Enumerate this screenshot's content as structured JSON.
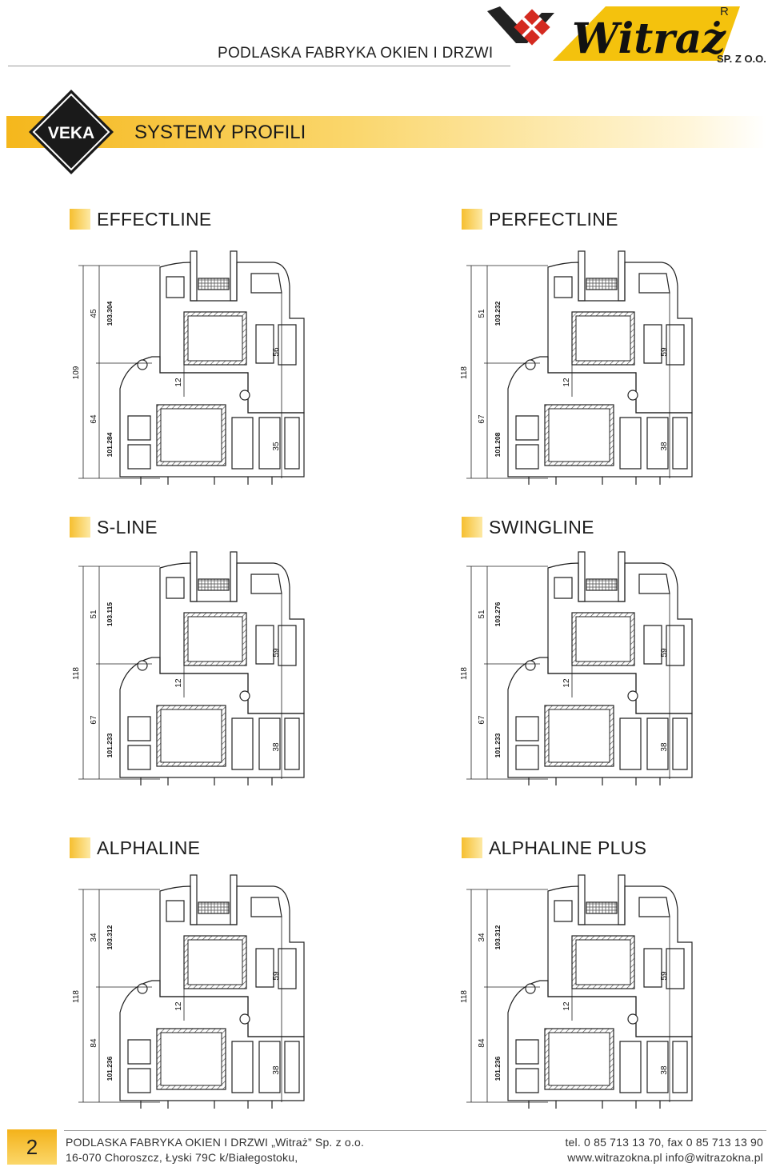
{
  "header": {
    "company": "PODLASKA FABRYKA OKIEN I DRZWI",
    "logo_text": "Witraż",
    "logo_suffix": "SP. Z O.O.",
    "logo_reg": "R"
  },
  "banner": {
    "title": "SYSTEMY PROFILI",
    "brand": "VEKA"
  },
  "systems": [
    {
      "name": "EFFECTLINE",
      "dims": {
        "total": "109",
        "upper": "45",
        "lower": "64",
        "sash": "56",
        "frame": "35",
        "overlap": "12"
      },
      "codes": {
        "sash": "103.304",
        "frame": "101.284"
      }
    },
    {
      "name": "PERFECTLINE",
      "dims": {
        "total": "118",
        "upper": "51",
        "lower": "67",
        "sash": "59",
        "frame": "38",
        "overlap": "12"
      },
      "codes": {
        "sash": "103.232",
        "frame": "101.208"
      }
    },
    {
      "name": "S-LINE",
      "dims": {
        "total": "118",
        "upper": "51",
        "lower": "67",
        "sash": "59",
        "frame": "38",
        "overlap": "12"
      },
      "codes": {
        "sash": "103.115",
        "frame": "101.233"
      }
    },
    {
      "name": "SWINGLINE",
      "dims": {
        "total": "118",
        "upper": "51",
        "lower": "67",
        "sash": "59",
        "frame": "38",
        "overlap": "12"
      },
      "codes": {
        "sash": "103.276",
        "frame": "101.233"
      }
    },
    {
      "name": "ALPHALINE",
      "dims": {
        "total": "118",
        "upper": "34",
        "lower": "84",
        "sash": "59",
        "frame": "38",
        "overlap": "12"
      },
      "codes": {
        "sash": "103.312",
        "frame": "101.236"
      }
    },
    {
      "name": "ALPHALINE PLUS",
      "dims": {
        "total": "118",
        "upper": "34",
        "lower": "84",
        "sash": "59",
        "frame": "38",
        "overlap": "12"
      },
      "codes": {
        "sash": "103.312",
        "frame": "101.236"
      }
    }
  ],
  "footer": {
    "page": "2",
    "company_line": "PODLASKA FABRYKA OKIEN I DRZWI „Witraż” Sp. z o.o.",
    "address_line": "16-070 Choroszcz, Łyski 79C k/Białegostoku,",
    "phone_line": "tel. 0 85 713 13 70,  fax 0 85 713 13 90",
    "web_line": "www.witrazokna.pl   info@witrazokna.pl"
  },
  "colors": {
    "accent": "#f5b71c",
    "line": "#222222",
    "logo_red": "#d42a20"
  }
}
